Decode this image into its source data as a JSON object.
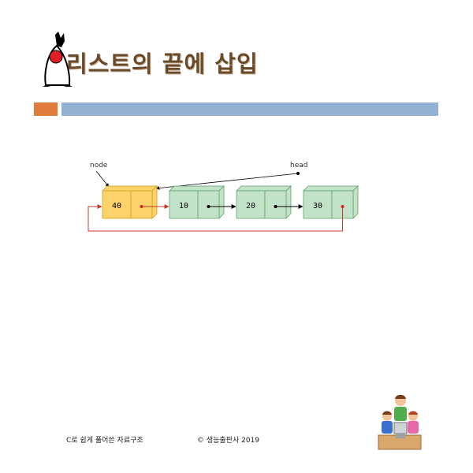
{
  "slide": {
    "title": "리스트의 끝에 삽입",
    "footer_left": "C로 쉽게 풀어쓴 자료구조",
    "footer_right": "© 생능출판사 2019"
  },
  "diagram": {
    "node_label": "node",
    "head_label": "head",
    "nodes": [
      "40",
      "10",
      "20",
      "30"
    ],
    "colors": {
      "new_node_fill": "#fbd36a",
      "new_node_stroke": "#d4a020",
      "list_node_fill": "#c3e3c8",
      "list_node_stroke": "#5fa36d",
      "new_link": "#c0392b",
      "list_link": "#000000",
      "tail_dot": "#e02020"
    }
  },
  "icons": {
    "mascot": "duke-mascot-icon",
    "clipart": "children-at-computer-clipart"
  },
  "colors": {
    "title": "#6b4a2a",
    "accent_bar": "#e07b3c",
    "header_bar": "#93b2d3"
  }
}
